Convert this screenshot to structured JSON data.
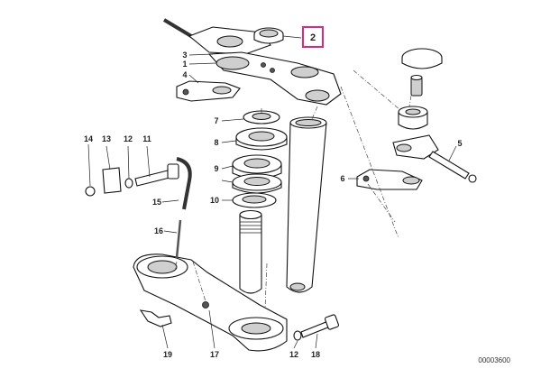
{
  "diagram": {
    "drawing_code": "00003600",
    "highlight_color": "#e0287a",
    "highlighted_part": "2",
    "callouts": {
      "c2": "2",
      "c3": "3",
      "c1": "1",
      "c4": "4",
      "c7": "7",
      "c8": "8",
      "c9": "9",
      "c10": "10",
      "c14": "14",
      "c13": "13",
      "c12a": "12",
      "c11": "11",
      "c15": "15",
      "c16": "16",
      "c5": "5",
      "c6": "6",
      "c19": "19",
      "c17": "17",
      "c12b": "12",
      "c18": "18"
    }
  }
}
